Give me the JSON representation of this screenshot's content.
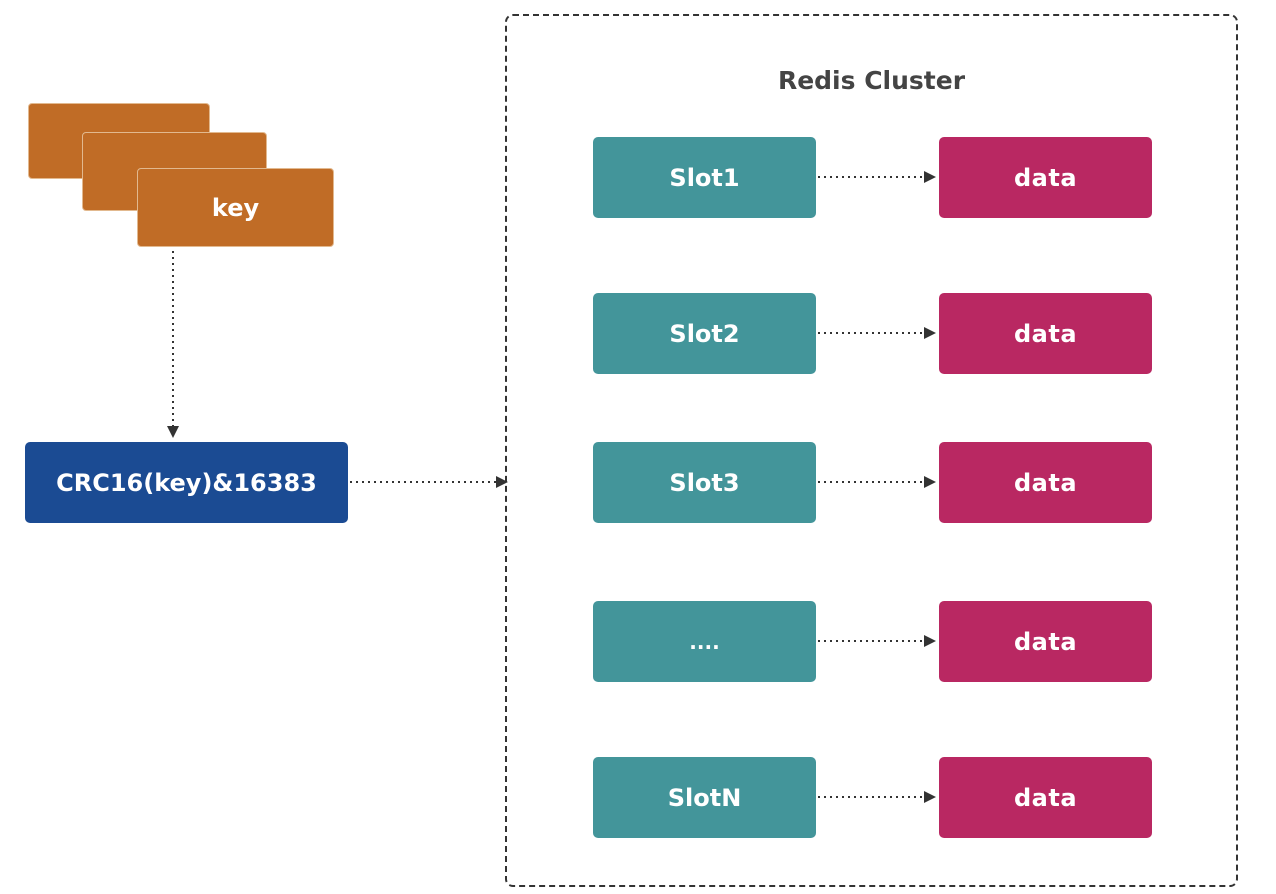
{
  "key": {
    "label": "key"
  },
  "hash": {
    "label": "CRC16(key)&16383"
  },
  "cluster": {
    "title": "Redis Cluster"
  },
  "slots": [
    {
      "slot": "Slot1",
      "data": "data"
    },
    {
      "slot": "Slot2",
      "data": "data"
    },
    {
      "slot": "Slot3",
      "data": "data"
    },
    {
      "slot": "....",
      "data": "data"
    },
    {
      "slot": "SlotN",
      "data": "data"
    }
  ],
  "colors": {
    "key": "#c06c26",
    "hash": "#1b4b93",
    "slot": "#43959a",
    "data": "#b92862",
    "arrow": "#333333"
  }
}
